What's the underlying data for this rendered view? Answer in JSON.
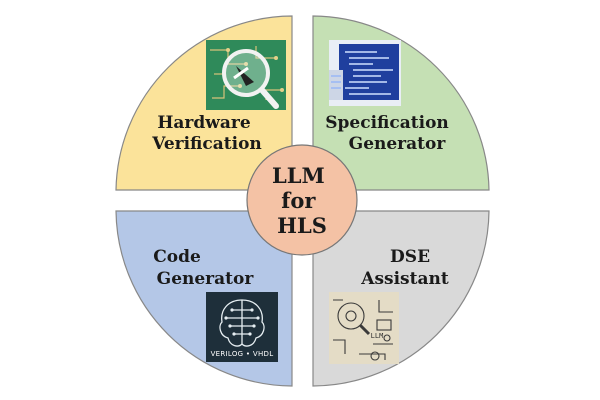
{
  "center": {
    "lines": [
      "LLM",
      "for",
      "HLS"
    ],
    "color": "#f4c2a5"
  },
  "quadrants": [
    {
      "id": "hardware-verification",
      "lines": [
        "Hardware",
        "Verification"
      ],
      "color": "#fbe39a",
      "icon": "magnifier-circuit-icon"
    },
    {
      "id": "specification-generator",
      "lines": [
        "Specification",
        "Generator"
      ],
      "color": "#c5e0b4",
      "icon": "code-screen-icon"
    },
    {
      "id": "code-generator",
      "lines": [
        "Code",
        "Generator"
      ],
      "color": "#b4c7e7",
      "icon": "chip-brain-icon",
      "icon_caption": "VERILOG • VHDL"
    },
    {
      "id": "dse-assistant",
      "lines": [
        "DSE",
        "Assistant"
      ],
      "color": "#d9d9d9",
      "icon": "llm-schematic-icon",
      "icon_caption": "LLM"
    }
  ]
}
